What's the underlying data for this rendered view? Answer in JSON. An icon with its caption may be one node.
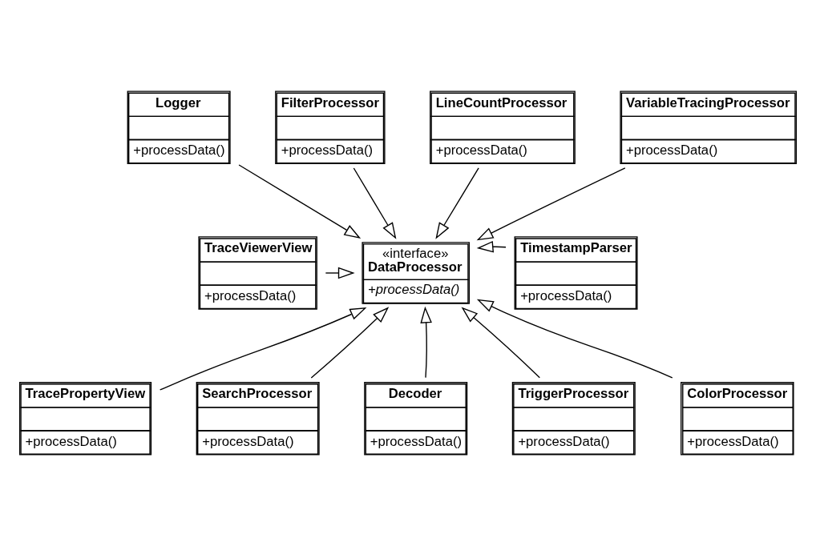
{
  "diagram": {
    "nodes": [
      {
        "text": [
          "Logger",
          "+processData()"
        ]
      },
      {
        "text": [
          "FilterProcessor",
          "+processData()"
        ]
      },
      {
        "text": [
          "LineCountProcessor",
          "+processData()"
        ]
      },
      {
        "text": [
          "VariableTracingProcessor",
          "+processData()"
        ]
      },
      {
        "text": [
          "TraceViewerView",
          "+processData()"
        ]
      },
      {
        "text": [
          "TimestampParser",
          "+processData()"
        ]
      },
      {
        "text": [
          "«interface»",
          "DataProcessor",
          "+processData()"
        ]
      },
      {
        "text": [
          "TracePropertyView",
          "+processData()"
        ]
      },
      {
        "text": [
          "SearchProcessor",
          "+processData()"
        ]
      },
      {
        "text": [
          "Decoder",
          "+processData()"
        ]
      },
      {
        "text": [
          "TriggerProcessor",
          "+processData()"
        ]
      },
      {
        "text": [
          "ColorProcessor",
          "+processData()"
        ]
      }
    ],
    "edges": [
      {
        "from": 0,
        "to": 6,
        "arrow": "to"
      },
      {
        "from": 1,
        "to": 6,
        "arrow": "to"
      },
      {
        "from": 2,
        "to": 6,
        "arrow": "to"
      },
      {
        "from": 3,
        "to": 6,
        "arrow": "to"
      },
      {
        "from": 4,
        "to": 6,
        "arrow": "to"
      },
      {
        "from": 5,
        "to": 6,
        "arrow": "to"
      },
      {
        "from": 7,
        "to": 6,
        "arrow": "to"
      },
      {
        "from": 8,
        "to": 6,
        "arrow": "to"
      },
      {
        "from": 9,
        "to": 6,
        "arrow": "to"
      },
      {
        "from": 10,
        "to": 6,
        "arrow": "to"
      },
      {
        "from": 11,
        "to": 6,
        "arrow": "to"
      }
    ]
  }
}
